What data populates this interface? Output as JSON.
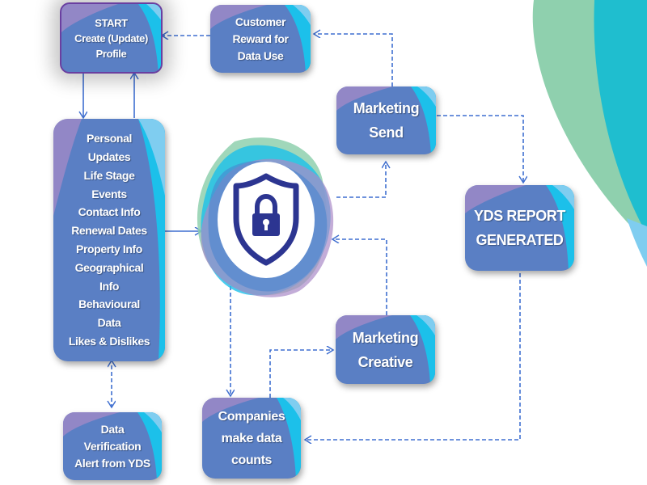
{
  "diagram": {
    "nodes": {
      "start": {
        "lines": [
          "START",
          "Create (Update)",
          "Profile"
        ]
      },
      "reward": {
        "lines": [
          "Customer",
          "Reward for",
          "Data Use"
        ]
      },
      "profile_data": {
        "lines": [
          "Personal",
          "Updates",
          "Life Stage",
          "Events",
          "Contact Info",
          "Renewal Dates",
          "Property Info",
          "Geographical",
          "Info",
          "Behavioural",
          "Data",
          "Likes & Dislikes"
        ]
      },
      "verification": {
        "lines": [
          "Data",
          "Verification",
          "Alert from YDS"
        ]
      },
      "marketing_send": {
        "lines": [
          "Marketing",
          "Send"
        ]
      },
      "report": {
        "lines": [
          "YDS REPORT",
          "GENERATED"
        ]
      },
      "marketing_creative": {
        "lines": [
          "Marketing",
          "Creative"
        ]
      },
      "companies": {
        "lines": [
          "Companies",
          "make data",
          "counts"
        ]
      }
    },
    "center_icon": "shield-lock-icon",
    "colors": {
      "node_fill": "#5a7fc4",
      "arrow": "#3f6fd0",
      "accent_purple": "#a98ac8",
      "accent_cyan": "#1cc0ea",
      "accent_green": "#8fd0ae",
      "shield": "#2c3591"
    }
  }
}
